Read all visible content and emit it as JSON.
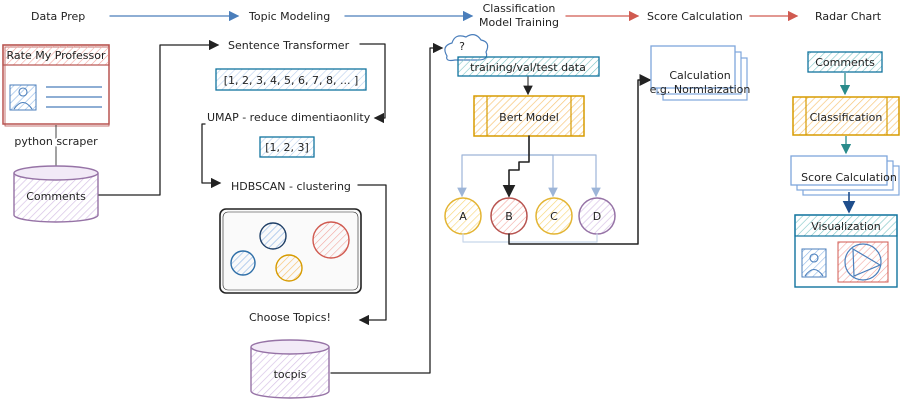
{
  "stages": {
    "data_prep": "Data Prep",
    "topic_modeling": "Topic Modeling",
    "classification_l1": "Classification",
    "classification_l2": "Model Training",
    "score_calculation": "Score Calculation",
    "radar_chart": "Radar Chart"
  },
  "data_prep": {
    "site_title": "Rate My Professor",
    "scraper": "python scraper",
    "comments": "Comments"
  },
  "topic_modeling": {
    "sentence_transformer": "Sentence Transformer",
    "vector_long": "[1, 2, 3, 4, 5, 6, 7, 8, ... ]",
    "umap": "UMAP - reduce dimentiaonlity",
    "vector_short": "[1, 2, 3]",
    "hdbscan": "HDBSCAN - clustering",
    "choose_topics": "Choose Topics!",
    "topics_store": "tocpis"
  },
  "classification": {
    "cloud_mark": "?",
    "dataset": "training/val/test data",
    "model": "Bert Model",
    "classes": [
      "A",
      "B",
      "C",
      "D"
    ]
  },
  "score": {
    "calc_l1": "Calculation",
    "calc_l2": "e.g. Normlaization"
  },
  "radar": {
    "comments": "Comments",
    "classification": "Classification",
    "score_calculation": "Score Calculation",
    "visualization": "Visualization"
  },
  "colors": {
    "blue_arrow": "#4a7ebb",
    "red_arrow": "#d05a50",
    "red": "#b85450",
    "purple": "#9673a6",
    "orange": "#d79b00",
    "teal": "#10739e",
    "yellow": "#e3b432",
    "gray_blue": "#6c8ebf"
  }
}
